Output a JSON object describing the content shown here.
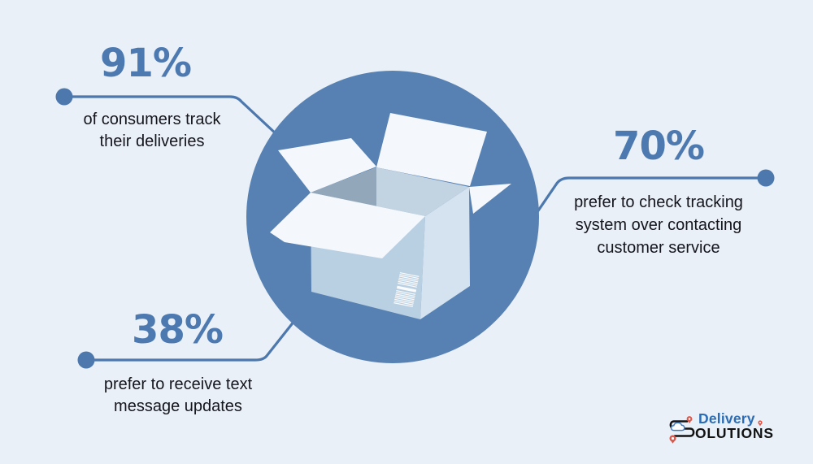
{
  "colors": {
    "background": "#e9f0f7",
    "accent_blue": "#4d79b1",
    "connector_blue": "#4d78ad",
    "circle_blue": "#5781b2",
    "dark_text": "#15151d",
    "box_front": "#b9cfe2",
    "box_side": "#d5e3f0",
    "box_interior": "#c2d3e1",
    "box_interior_dark": "#93a7bb",
    "flap_white": "#f4f8fc",
    "logo_blue": "#2a6cb5",
    "logo_black": "#121212",
    "pin_red": "#e25549"
  },
  "stats": {
    "track_deliveries": {
      "value": "91%",
      "line1": "of consumers track",
      "line2": "their deliveries"
    },
    "check_tracking": {
      "value": "70%",
      "line1": "prefer to check tracking",
      "line2": "system over contacting",
      "line3": "customer service"
    },
    "text_updates": {
      "value": "38%",
      "line1": "prefer to receive text",
      "line2": "message updates"
    }
  },
  "illustration": {
    "central_icon": "open-cardboard-box",
    "detail": "barcode-label"
  },
  "logo": {
    "word_top": "Delivery",
    "word_bottom_rest": "OLUTIONS",
    "icons": [
      "route-s-icon",
      "location-pin-icon",
      "cloud-icon"
    ]
  }
}
